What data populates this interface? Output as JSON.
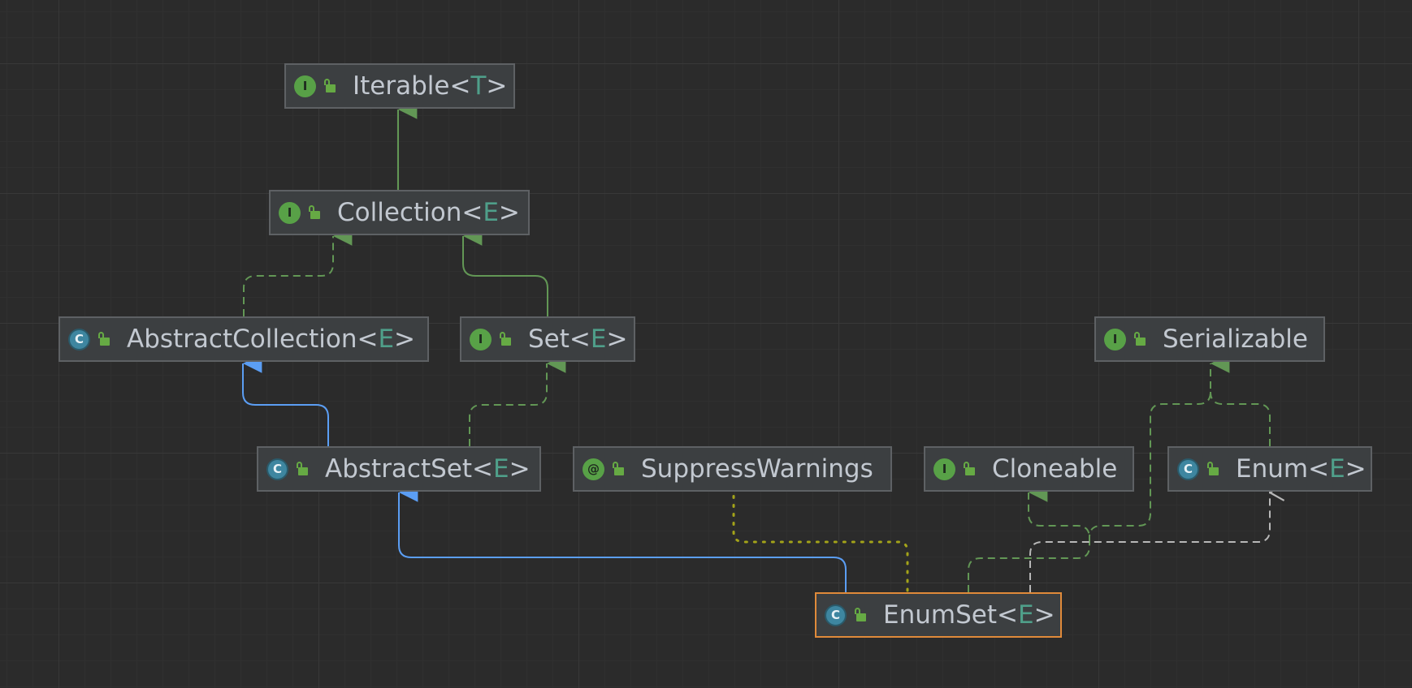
{
  "diagram": {
    "nodes": [
      {
        "id": "iterable",
        "kind": "interface",
        "badge": "I",
        "name": "Iterable",
        "tparam": "T"
      },
      {
        "id": "collection",
        "kind": "interface",
        "badge": "I",
        "name": "Collection",
        "tparam": "E"
      },
      {
        "id": "abstractcollection",
        "kind": "class",
        "badge": "C",
        "name": "AbstractCollection",
        "tparam": "E"
      },
      {
        "id": "set",
        "kind": "interface",
        "badge": "I",
        "name": "Set",
        "tparam": "E"
      },
      {
        "id": "serializable",
        "kind": "interface",
        "badge": "I",
        "name": "Serializable",
        "tparam": ""
      },
      {
        "id": "abstractset",
        "kind": "class",
        "badge": "C",
        "name": "AbstractSet",
        "tparam": "E"
      },
      {
        "id": "suppresswarnings",
        "kind": "annotation",
        "badge": "@",
        "name": "SuppressWarnings",
        "tparam": ""
      },
      {
        "id": "cloneable",
        "kind": "interface",
        "badge": "I",
        "name": "Cloneable",
        "tparam": ""
      },
      {
        "id": "enum",
        "kind": "class",
        "badge": "C",
        "name": "Enum",
        "tparam": "E"
      },
      {
        "id": "enumset",
        "kind": "class",
        "badge": "C",
        "name": "EnumSet",
        "tparam": "E",
        "selected": true
      }
    ],
    "edges": [
      {
        "from": "collection",
        "to": "iterable",
        "type": "extends-interface"
      },
      {
        "from": "abstractcollection",
        "to": "collection",
        "type": "implements"
      },
      {
        "from": "set",
        "to": "collection",
        "type": "extends-interface"
      },
      {
        "from": "abstractset",
        "to": "abstractcollection",
        "type": "extends-class"
      },
      {
        "from": "abstractset",
        "to": "set",
        "type": "implements"
      },
      {
        "from": "enumset",
        "to": "abstractset",
        "type": "extends-class"
      },
      {
        "from": "enumset",
        "to": "suppresswarnings",
        "type": "annotated-by"
      },
      {
        "from": "enumset",
        "to": "cloneable",
        "type": "implements"
      },
      {
        "from": "enumset",
        "to": "serializable",
        "type": "implements"
      },
      {
        "from": "enum",
        "to": "serializable",
        "type": "implements"
      },
      {
        "from": "enumset",
        "to": "enum",
        "type": "dependency"
      }
    ],
    "colors": {
      "background": "#2b2b2b",
      "extends_interface": "#629755",
      "extends_class": "#5b9ef4",
      "implements": "#629755",
      "annotation": "#a3a319",
      "dependency": "#b8b8b8",
      "selected_border": "#e08a3a"
    }
  }
}
